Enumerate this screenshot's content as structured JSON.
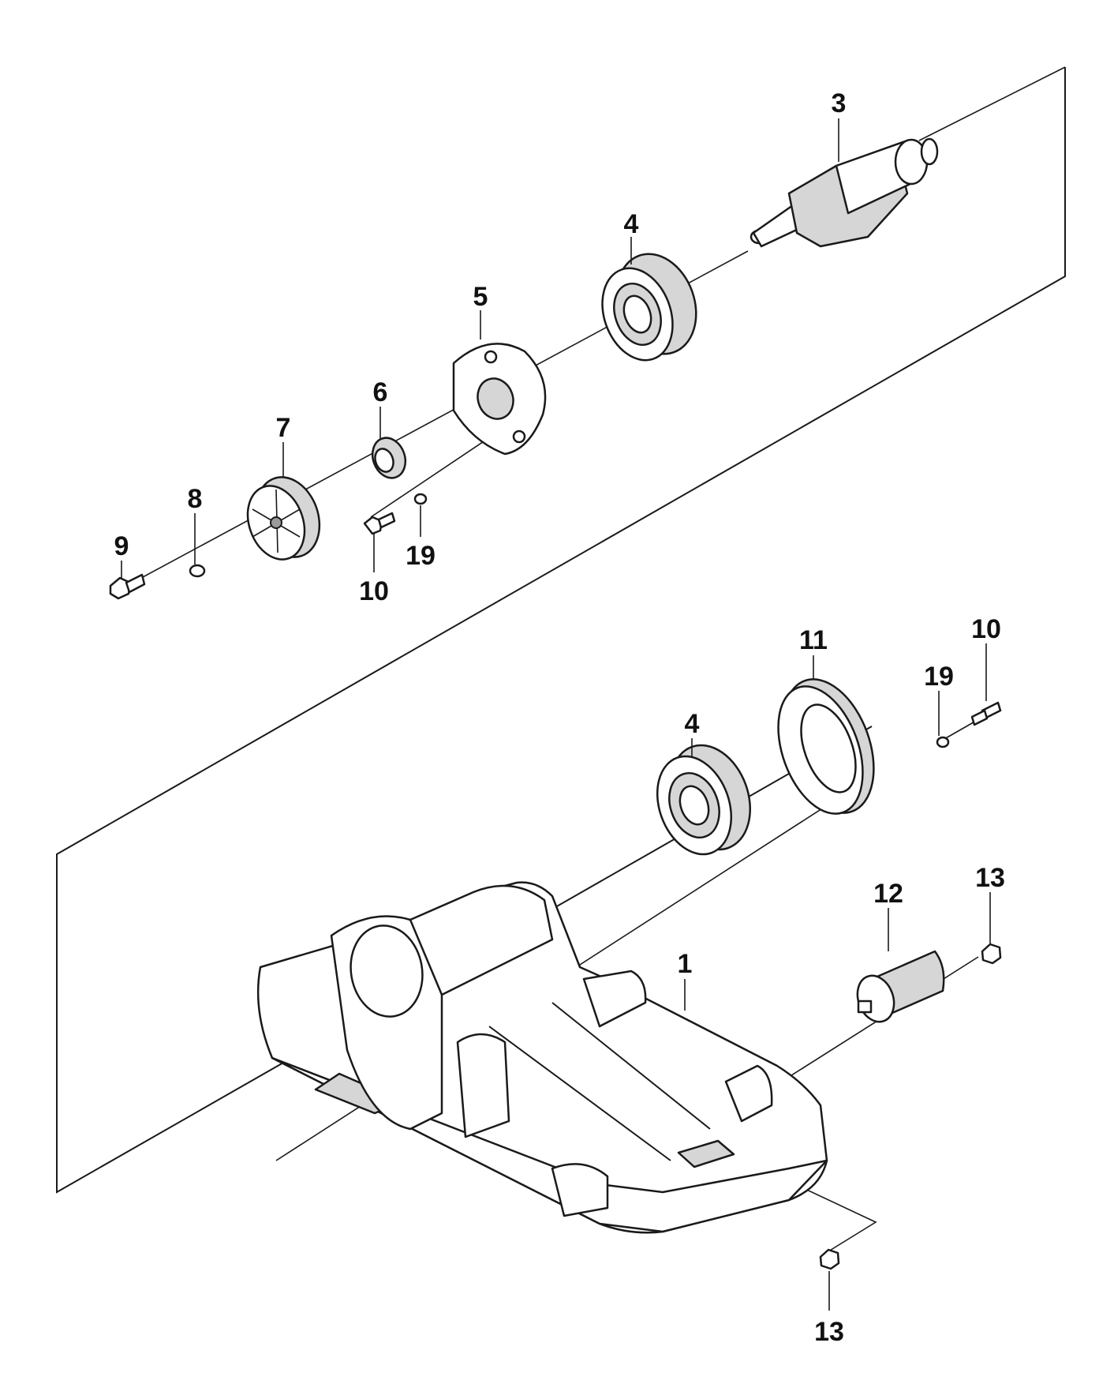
{
  "callouts": {
    "c1": "1",
    "c3": "3",
    "c4a": "4",
    "c4b": "4",
    "c5": "5",
    "c6": "6",
    "c7": "7",
    "c8": "8",
    "c9": "9",
    "c10a": "10",
    "c10b": "10",
    "c11": "11",
    "c12": "12",
    "c13a": "13",
    "c13b": "13",
    "c19a": "19",
    "c19b": "19"
  },
  "colors": {
    "line": "#1a1a1a",
    "fill_light": "#ffffff",
    "fill_shade": "#d6d6d6",
    "fill_dark": "#9a9a9a"
  }
}
